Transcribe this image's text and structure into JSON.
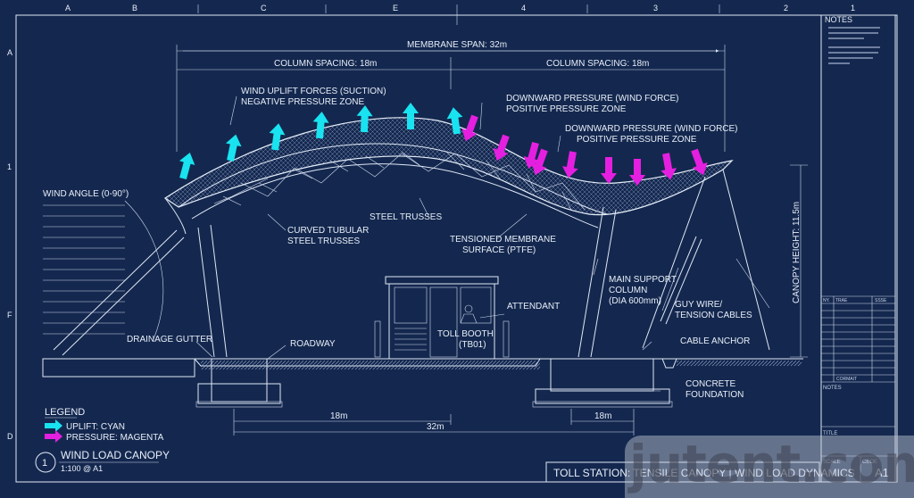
{
  "grid": {
    "top": [
      "A",
      "B",
      "C",
      "E",
      "4",
      "3",
      "2",
      "1"
    ],
    "left": [
      "A",
      "1",
      "F",
      "D"
    ]
  },
  "dimensions": {
    "membrane_span": "MEMBRANE SPAN: 32m",
    "column_spacing_left": "COLUMN SPACING: 18m",
    "column_spacing_right": "COLUMN SPACING: 18m",
    "canopy_height": "CANOPY HEIGHT: 11.5m",
    "bottom_left": "18m",
    "bottom_right": "18m",
    "bottom_total": "32m"
  },
  "labels": {
    "uplift_1": "WIND UPLIFT FORCES (SUCTION)",
    "uplift_2": "NEGATIVE PRESSURE ZONE",
    "down_a1": "DOWNWARD PRESSURE (WIND FORCE)",
    "down_a2": "POSITIVE PRESSURE ZONE",
    "down_b1": "DOWNWARD PRESSURE (WIND FORCE)",
    "down_b2": "POSITIVE PRESSURE ZONE",
    "wind_angle": "WIND ANGLE (0-90°)",
    "curved_1": "CURVED TUBULAR",
    "curved_2": "STEEL TRUSSES",
    "steel_trusses": "STEEL TRUSSES",
    "membrane_1": "TENSIONED MEMBRANE",
    "membrane_2": "SURFACE (PTFE)",
    "column_1": "MAIN SUPPORT",
    "column_2": "COLUMN",
    "column_3": "(DIA 600mm)",
    "guy_1": "GUY WIRE/",
    "guy_2": "TENSION CABLES",
    "attendant": "ATTENDANT",
    "booth_1": "TOLL BOOTH",
    "booth_2": "(TB01)",
    "drainage": "DRAINAGE GUTTER",
    "roadway": "ROADWAY",
    "cable_anchor": "CABLE ANCHOR",
    "foundation_1": "CONCRETE",
    "foundation_2": "FOUNDATION"
  },
  "legend": {
    "title": "LEGEND",
    "uplift": "UPLIFT: CYAN",
    "pressure": "PRESSURE: MAGENTA"
  },
  "drawing": {
    "number": "1",
    "title": "WIND LOAD CANOPY",
    "scale": "1:100 @ A1"
  },
  "title_block": {
    "notes_heading": "NOTES",
    "rev_headers": [
      "NY.",
      "TRAE",
      "SSSE"
    ],
    "rev_footer": "CORMAIT",
    "notes2": "NOTES",
    "title_label": "TITLE",
    "scale_label": "SCALE",
    "code_label": "CEOE",
    "code_value": "A1",
    "sheet_title": "TOLL STATION: TENSILE CANOPY | WIND LOAD DYNAMICS"
  },
  "watermark": "jutent.com",
  "colors": {
    "background": "#14284f",
    "uplift": "#19e3f0",
    "pressure": "#e51fe0",
    "linework": "#dfe7f5"
  }
}
